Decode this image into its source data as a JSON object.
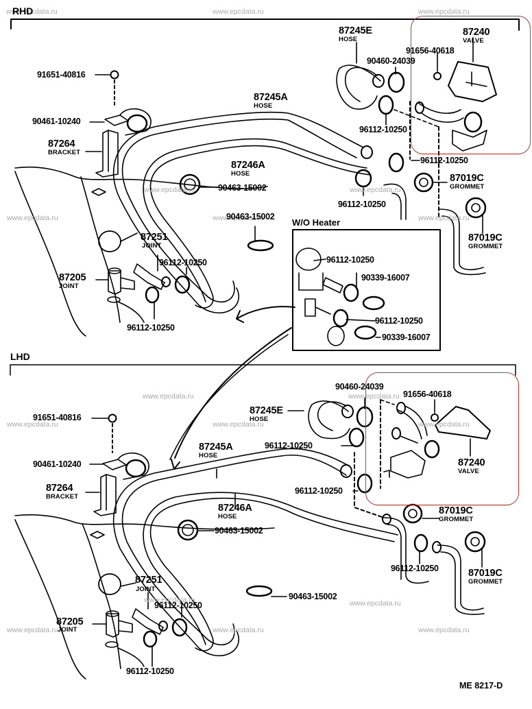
{
  "diagram": {
    "code": "ME 8217-D",
    "highlight_color": "#c0392b",
    "watermark": "www.epcdata.ru",
    "sections": {
      "rhd": "RHD",
      "lhd": "LHD",
      "wo_heater": "W/O Heater"
    },
    "rhd": {
      "bolt": "91651-40816",
      "clamp_bracket": "90461-10240",
      "bracket": {
        "num": "87264",
        "name": "BRACKET"
      },
      "hose_e": {
        "num": "87245E",
        "name": "HOSE"
      },
      "clip_24039": "90460-24039",
      "nut": "91656-40618",
      "valve": {
        "num": "87240",
        "name": "VALVE"
      },
      "hose_a": {
        "num": "87245A",
        "name": "HOSE"
      },
      "hose_246a": {
        "num": "87246A",
        "name": "HOSE"
      },
      "clamp_upper": "96112-10250",
      "clamp_right": "96112-10250",
      "clamp_mid": "96112-10250",
      "clip_15002_a": "90463-15002",
      "clip_15002_b": "90463-15002",
      "grommet_1": {
        "num": "87019C",
        "name": "GROMMET"
      },
      "grommet_2": {
        "num": "87019C",
        "name": "GROMMET"
      },
      "joint_251": {
        "num": "87251",
        "name": "JOINT"
      },
      "joint_205": {
        "num": "87205",
        "name": "JOINT"
      },
      "clamp_joint": "96112-10250",
      "clamp_bottom": "96112-10250"
    },
    "wo_heater": {
      "clamp_1": "96112-10250",
      "plug_1": "90339-16007",
      "clamp_2": "96112-10250",
      "plug_2": "90339-16007"
    },
    "lhd": {
      "bolt": "91651-40816",
      "clamp_bracket": "90461-10240",
      "bracket": {
        "num": "87264",
        "name": "BRACKET"
      },
      "hose_e": {
        "num": "87245E",
        "name": "HOSE"
      },
      "clip_24039": "90460-24039",
      "nut": "91656-40618",
      "valve": {
        "num": "87240",
        "name": "VALVE"
      },
      "hose_a": {
        "num": "87245A",
        "name": "HOSE"
      },
      "hose_246a": {
        "num": "87246A",
        "name": "HOSE"
      },
      "clamp_upper": "96112-10250",
      "clamp_lower": "96112-10250",
      "clip_15002_a": "90463-15002",
      "clip_15002_b": "90463-15002",
      "grommet_1": {
        "num": "87019C",
        "name": "GROMMET"
      },
      "grommet_2": {
        "num": "87019C",
        "name": "GROMMET"
      },
      "clamp_right": "96112-10250",
      "joint_251": {
        "num": "87251",
        "name": "JOINT"
      },
      "joint_205": {
        "num": "87205",
        "name": "JOINT"
      },
      "clamp_joint": "96112-10250",
      "clamp_bottom": "96112-10250"
    }
  }
}
